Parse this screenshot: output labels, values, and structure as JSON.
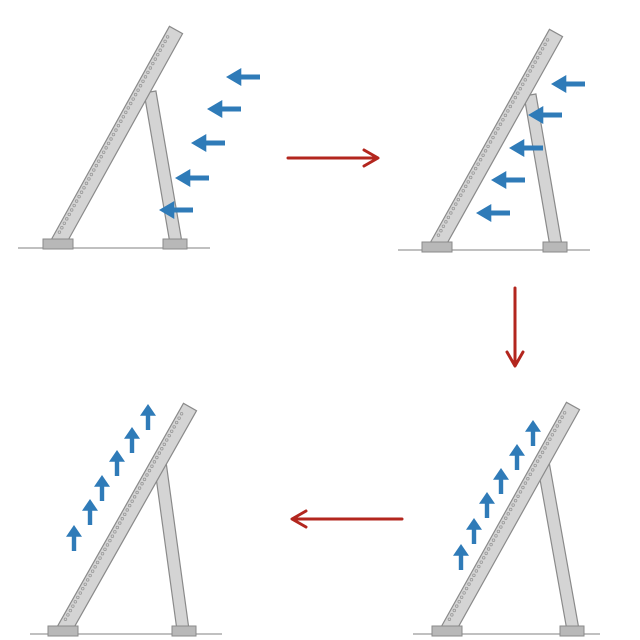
{
  "colors": {
    "background": "#ffffff",
    "beam_fill": "#d4d4d4",
    "beam_stroke": "#8a8a8a",
    "chain_dots": "#9a9a9a",
    "ground_line": "#9a9a9a",
    "footing_fill": "#b8b8b8",
    "footing_stroke": "#8a8a8a",
    "wind_arrow": "#2f7bb8",
    "flow_arrow": "#b3261e"
  },
  "icons": {
    "wind_arrow": "block-arrow-icon",
    "flow_arrow": "red-arrow-icon"
  },
  "panels": [
    {
      "id": "stage-1",
      "wind": "horizontal-left",
      "arrow_count": 5
    },
    {
      "id": "stage-2",
      "wind": "horizontal-left-against-panel",
      "arrow_count": 5
    },
    {
      "id": "stage-3",
      "wind": "upward-along-panel",
      "arrow_count": 6
    },
    {
      "id": "stage-4",
      "wind": "upward-above-panel",
      "arrow_count": 6
    }
  ],
  "flow": [
    {
      "from": "stage-1",
      "to": "stage-2",
      "direction": "right"
    },
    {
      "from": "stage-2",
      "to": "stage-3",
      "direction": "down"
    },
    {
      "from": "stage-3",
      "to": "stage-4",
      "direction": "left"
    }
  ]
}
